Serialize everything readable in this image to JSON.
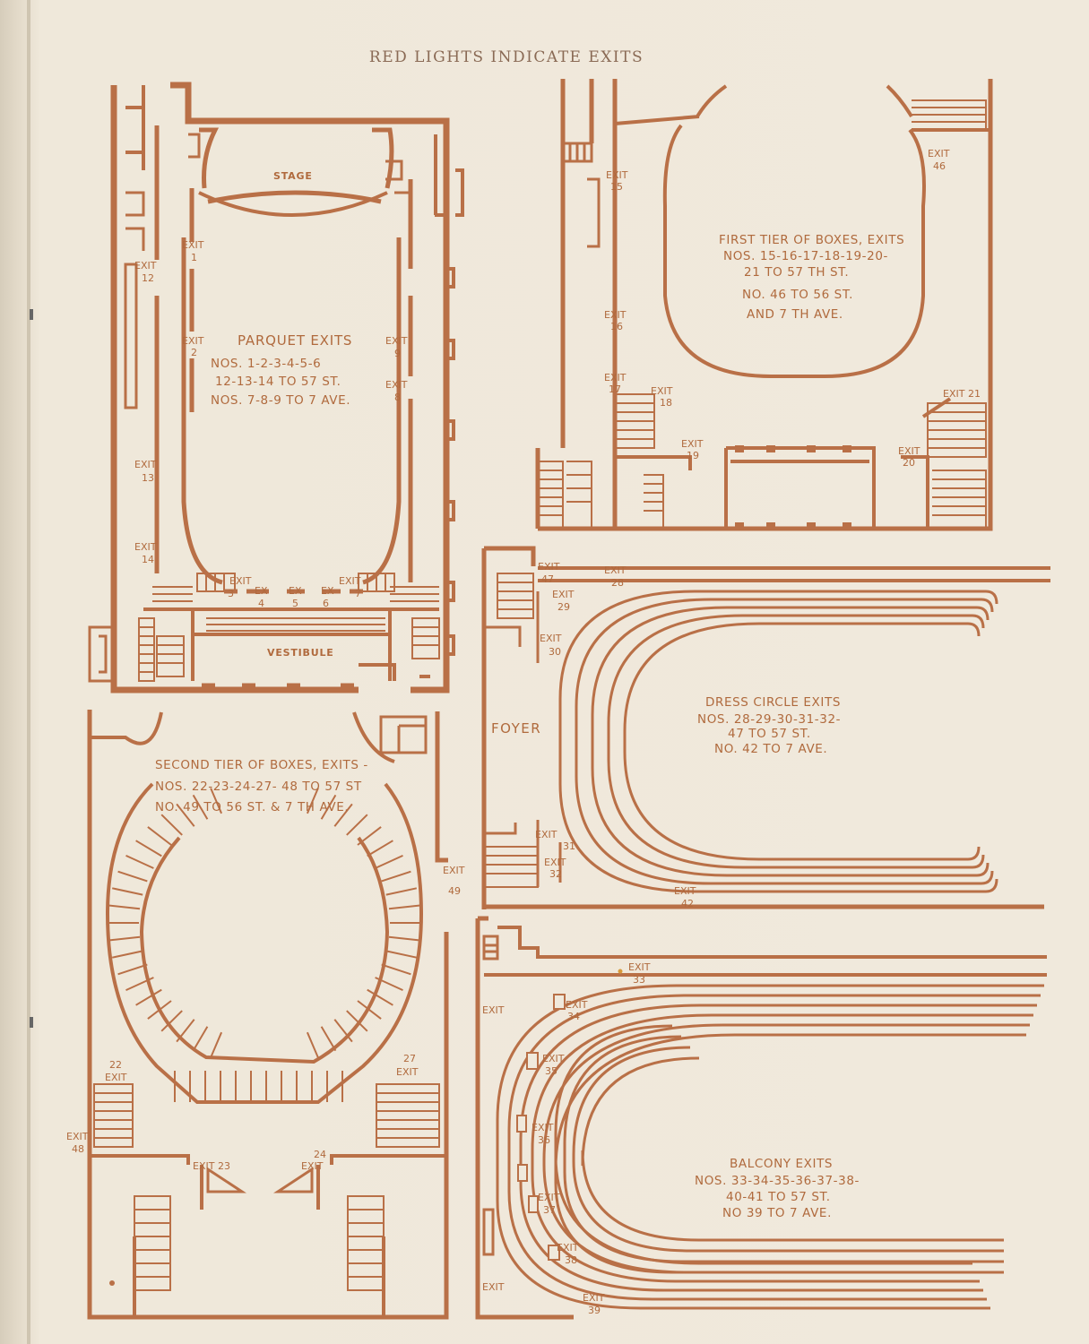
{
  "header": "RED LIGHTS INDICATE EXITS",
  "parquet": {
    "rooms": {
      "stage": "STAGE",
      "vestibule": "VESTIBULE"
    },
    "title": "PARQUET EXITS",
    "lines": [
      "NOS. 1-2-3-4-5-6",
      "12-13-14 TO 57 ST.",
      "NOS. 7-8-9 TO 7 AVE."
    ],
    "exits": {
      "e1": "EXIT",
      "n1": "1",
      "e2": "EXIT",
      "n2": "2",
      "e12": "EXIT",
      "n12": "12",
      "e13": "EXIT",
      "n13": "13",
      "e14": "EXIT",
      "n14": "14",
      "e9": "EXIT",
      "n9": "9",
      "e8": "EXIT",
      "n8": "8",
      "e3": "EXIT",
      "n3": "3",
      "e4": "EX",
      "n4": "4",
      "e5": "EX",
      "n5": "5",
      "e6": "EX",
      "n6": "6",
      "e7": "EXIT",
      "n7": "7"
    }
  },
  "first_tier": {
    "title": "FIRST TIER OF BOXES, EXITS",
    "lines": [
      "NOS. 15-16-17-18-19-20-",
      "21 TO 57 TH ST.",
      "NO. 46 TO 56 ST.",
      "AND 7 TH AVE."
    ],
    "exits": {
      "e15": "EXIT",
      "n15": "15",
      "e16": "EXIT",
      "n16": "16",
      "e17": "EXIT",
      "n17": "17",
      "e18": "EXIT",
      "n18": "18",
      "e19": "EXIT",
      "n19": "19",
      "e20": "EXIT",
      "n20": "20",
      "e21": "EXIT 21",
      "e46": "EXIT",
      "n46": "46"
    }
  },
  "dress_circle": {
    "room": "FOYER",
    "title": "DRESS CIRCLE EXITS",
    "lines": [
      "NOS. 28-29-30-31-32-",
      "47 TO 57 ST.",
      "NO. 42 TO 7 AVE."
    ],
    "exits": {
      "e47": "EXIT",
      "n47": "47",
      "e28": "EXIT",
      "n28": "28",
      "e29": "EXIT",
      "n29": "29",
      "e30": "EXIT",
      "n30": "30",
      "e31": "EXIT",
      "n31": "31",
      "e32": "EXIT",
      "n32": "32",
      "e42": "EXIT",
      "n42": "42"
    }
  },
  "second_tier": {
    "title": "SECOND TIER OF BOXES, EXITS -",
    "lines": [
      "NOS. 22-23-24-27- 48 TO 57 ST",
      "NO. 49 TO 56 ST. & 7 TH AVE."
    ],
    "exits": {
      "e49": "EXIT",
      "n49": "49",
      "n22": "22",
      "e22": "EXIT",
      "n27": "27",
      "e27": "EXIT",
      "e48": "EXIT",
      "n48": "48",
      "e23": "EXIT 23",
      "n24": "24",
      "e24": "EXIT"
    }
  },
  "balcony": {
    "title": "BALCONY EXITS",
    "lines": [
      "NOS. 33-34-35-36-37-38-",
      "40-41 TO 57 ST.",
      "NO 39 TO 7 AVE."
    ],
    "exits": {
      "e33": "EXIT",
      "n33": "33",
      "e40": "EXIT",
      "e34": "EXIT",
      "n34": "34",
      "e35": "EXIT",
      "n35": "35",
      "e36": "EXIT",
      "n36": "36",
      "e37": "EXIT",
      "n37": "37",
      "e38": "EXIT",
      "n38": "38",
      "e41": "EXIT",
      "e39": "EXIT",
      "n39": "39"
    }
  },
  "colors": {
    "ink": "#b97047",
    "paper": "#f0e9dc"
  }
}
